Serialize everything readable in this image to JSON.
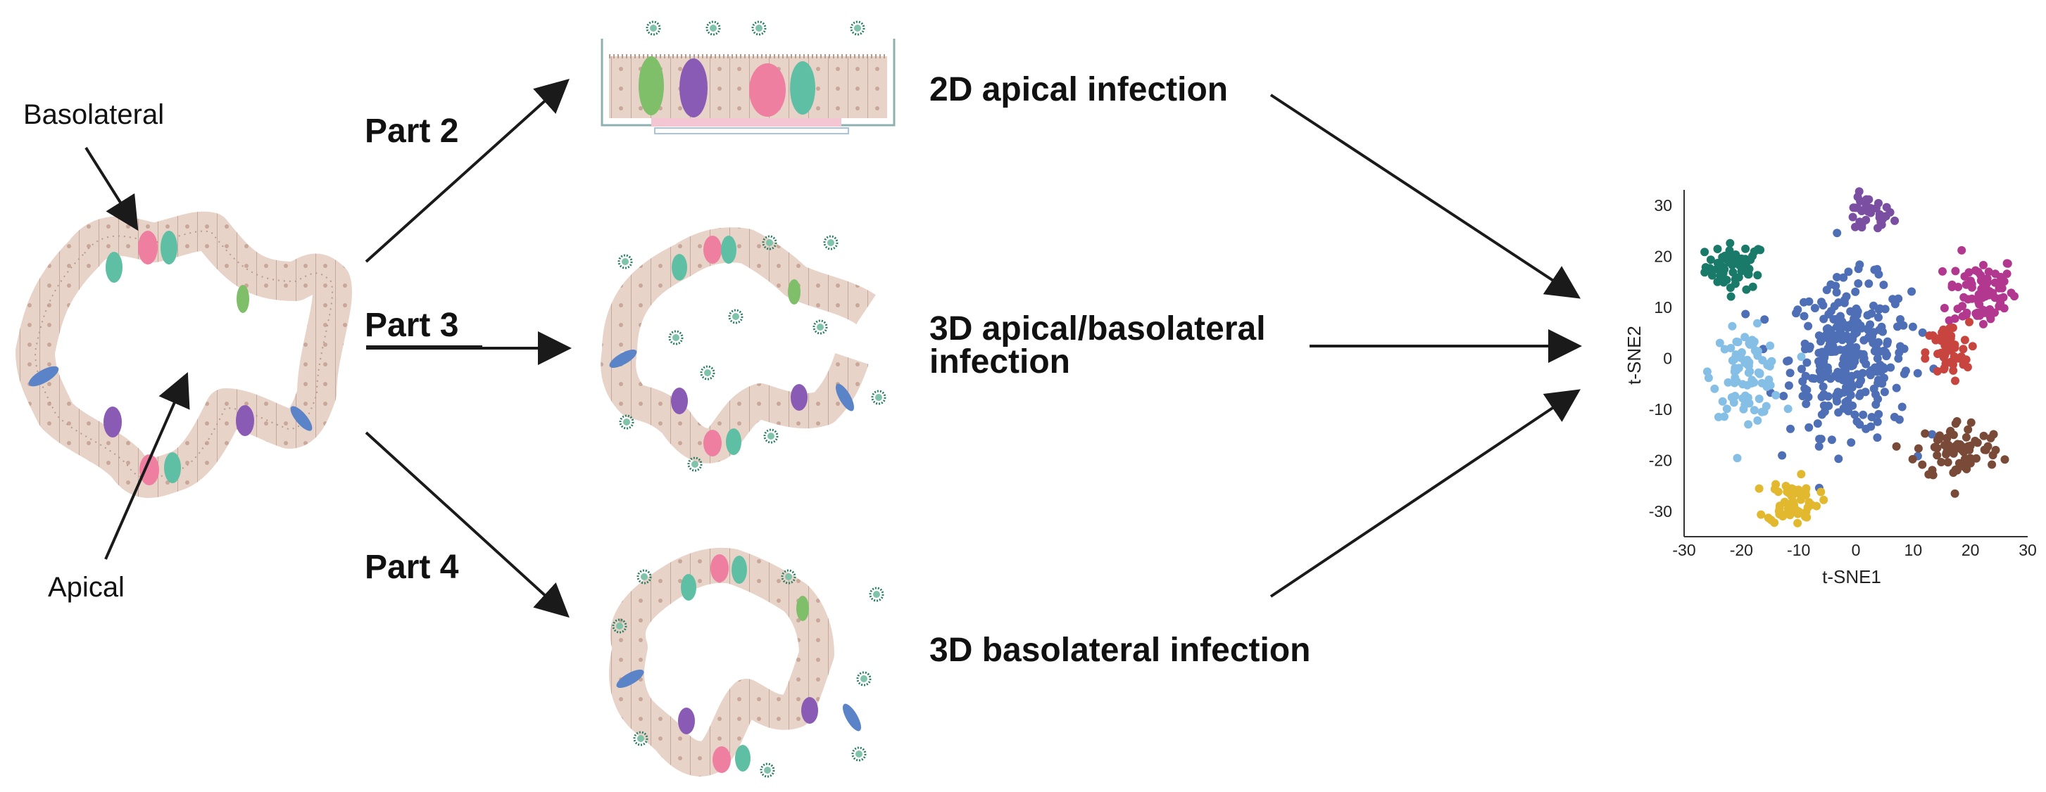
{
  "labels": {
    "basolateral": "Basolateral",
    "apical": "Apical",
    "part2": "Part 2",
    "part3": "Part 3",
    "part4": "Part 4",
    "infection_2d": "2D apical infection",
    "infection_3d_line1": "3D apical/basolateral",
    "infection_3d_line2": "infection",
    "infection_3d_baso": "3D  basolateral infection"
  },
  "colors": {
    "tissue": "#e8d3c9",
    "tissue_stroke": "#b79a8c",
    "teal_cell": "#5fbfa4",
    "pink_cell": "#ef7fa0",
    "purple_cell": "#8a5bb5",
    "green_cell": "#7fbf6a",
    "blue_cell": "#5a84c7",
    "virus": "#2f7f66",
    "arrow": "#1a1a1a"
  },
  "chart_data": {
    "type": "scatter",
    "xlabel": "t-SNE1",
    "ylabel": "t-SNE2",
    "xlim": [
      -30,
      30
    ],
    "ylim": [
      -35,
      33
    ],
    "xticks": [
      "-30",
      "-20",
      "-10",
      "0",
      "10",
      "20",
      "30"
    ],
    "yticks": [
      "30",
      "20",
      "10",
      "0",
      "-10",
      "-20",
      "-30"
    ],
    "clusters": [
      {
        "color": "#1a7a6a",
        "cx": -21,
        "cy": 18,
        "sx": 3.5,
        "sy": 3,
        "n": 60
      },
      {
        "color": "#7a4ea0",
        "cx": 2,
        "cy": 28,
        "sx": 3,
        "sy": 2.5,
        "n": 35
      },
      {
        "color": "#b2388f",
        "cx": 22,
        "cy": 13,
        "sx": 4,
        "sy": 5,
        "n": 80
      },
      {
        "color": "#4e6fb5",
        "cx": -1,
        "cy": 0,
        "sx": 7,
        "sy": 10,
        "n": 300
      },
      {
        "color": "#86bfe6",
        "cx": -19,
        "cy": -3,
        "sx": 4,
        "sy": 5.5,
        "n": 90
      },
      {
        "color": "#c8453f",
        "cx": 16,
        "cy": 1,
        "sx": 2.5,
        "sy": 4,
        "n": 55
      },
      {
        "color": "#7a4a38",
        "cx": 18,
        "cy": -18,
        "sx": 5,
        "sy": 4,
        "n": 75
      },
      {
        "color": "#e2b92e",
        "cx": -11,
        "cy": -28,
        "sx": 3,
        "sy": 3,
        "n": 60
      }
    ]
  }
}
